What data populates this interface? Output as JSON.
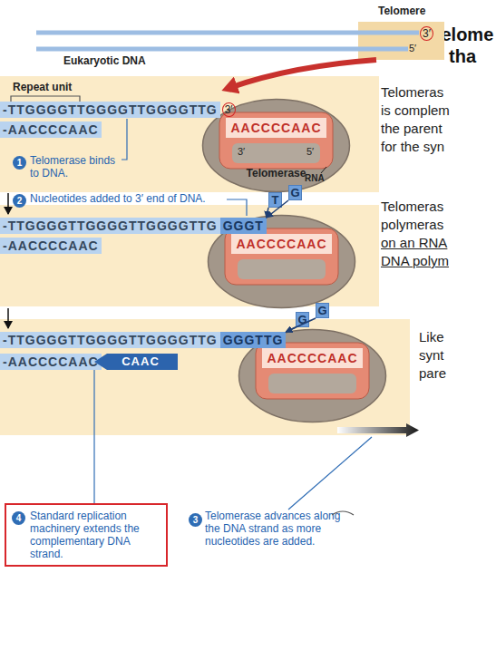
{
  "diagram": {
    "title": "Telome tha",
    "nodes": [
      {
        "text": [
          "Telomere",
          "3′",
          "5′"
        ]
      },
      {
        "text": [
          "Repeat unit",
          "1",
          "Telomerase binds to DNA."
        ]
      },
      {
        "text": [
          "-TTGGGGTTGGGGTTGGGGTTG",
          "3′"
        ],
        "in": 1
      },
      {
        "text": [
          "-AACCCCAAC"
        ],
        "in": 1
      },
      {
        "text": [
          "AACCCCAAC",
          "3′",
          "5′",
          "Telomerase",
          "RNA"
        ],
        "in": 1
      },
      {
        "text": [
          "2",
          "Nucleotides added to 3′ end of DNA."
        ]
      },
      {
        "text": [
          "-TTGGGGTTGGGGTTGGGGTTG",
          "GGGT"
        ],
        "in": 5
      },
      {
        "text": [
          "T"
        ],
        "in": 5
      },
      {
        "text": [
          "G"
        ],
        "in": 5
      },
      {
        "text": [
          "-AACCCCAAC"
        ],
        "in": 5
      },
      {
        "text": [
          "AACCCCAAC"
        ],
        "in": 5
      },
      {
        "text": []
      },
      {
        "text": [
          "-TTGGGGTTGGGGTTGGGGTTG",
          "GGGTTG"
        ],
        "in": 11
      },
      {
        "text": [
          "G"
        ],
        "in": 11
      },
      {
        "text": [
          "G"
        ],
        "in": 11
      },
      {
        "text": [
          "-AACCCCAAC"
        ],
        "in": 11
      },
      {
        "text": [
          "CAAC"
        ],
        "in": 11
      },
      {
        "text": [
          "AACCCCAAC"
        ],
        "in": 11
      },
      {
        "text": [
          "4",
          "Standard replication machinery extends the complementary DNA strand."
        ]
      }
    ],
    "edges": [
      {
        "from": 7,
        "to": 6,
        "arrow": "to"
      },
      {
        "from": 8,
        "to": 6,
        "arrow": "to"
      },
      {
        "from": 13,
        "to": 12,
        "arrow": "to"
      },
      {
        "from": 14,
        "to": 12,
        "arrow": "to"
      },
      {
        "from": 18,
        "to": 16,
        "arrow": "none"
      }
    ],
    "labels": [
      "Eukaryotic DNA",
      "Telomeras is complem the parent for the syn",
      "Telomeras polymeras",
      "on an RNA DNA polym",
      "Like synt pare",
      "3",
      "Telomerase advances along the DNA strand as more nucleotides are added."
    ]
  }
}
